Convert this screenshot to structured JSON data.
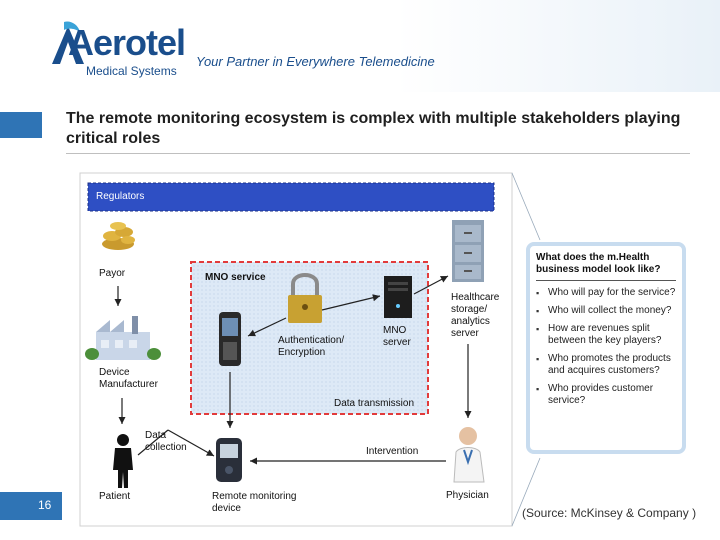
{
  "header": {
    "logo_text": "Aerotel",
    "logo_subtext": "Medical Systems",
    "tagline": "Your Partner in Everywhere Telemedicine"
  },
  "slide": {
    "title": "The remote monitoring ecosystem is complex with multiple stakeholders playing critical roles",
    "page_number": "16",
    "source": "(Source: McKinsey & Company )"
  },
  "diagram": {
    "regulators": "Regulators",
    "payor": "Payor",
    "device_manufacturer": "Device Manufacturer",
    "patient": "Patient",
    "data_collection": "Data collection",
    "remote_device": "Remote monitoring device",
    "mno_service": "MNO service",
    "auth": "Authentication/ Encryption",
    "mno_server": "MNO server",
    "data_transmission": "Data transmission",
    "healthcare_storage": "Healthcare storage/ analytics server",
    "intervention": "Intervention",
    "physician": "Physician"
  },
  "callout": {
    "title": "What does the m.Health business model look like?",
    "questions": [
      "Who will pay for the service?",
      "Who will collect the money?",
      "How are revenues split between the key players?",
      "Who promotes the products and acquires customers?",
      "Who provides customer service?"
    ]
  },
  "colors": {
    "brand_blue": "#1a4e8c",
    "accent_blue": "#2f74b5",
    "regulators_bar": "#2e4fc4",
    "mno_border": "#e23b3b",
    "diagram_bg": "#dde9f6"
  }
}
